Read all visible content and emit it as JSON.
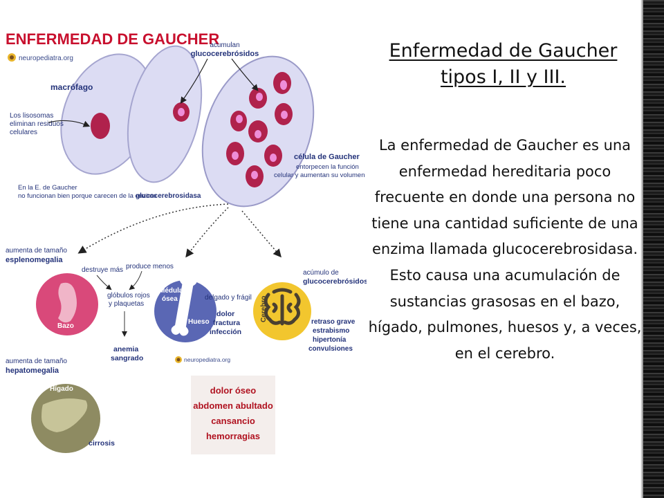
{
  "infographic": {
    "title": "ENFERMEDAD DE GAUCHER",
    "site": "neuropediatra.org",
    "cells": {
      "accumulate_top": "acumulan",
      "accumulate_bottom": "glucocerebrósidos",
      "macrophage": "macrófago",
      "lysosomes_1": "Los lisosomas",
      "lysosomes_2": "eliminan residuos",
      "lysosomes_3": "celulares",
      "gaucher_cell": "célula de Gaucher",
      "gaucher_cell_desc_1": "entorpecen la función",
      "gaucher_cell_desc_2": "celular y aumentan su volumen",
      "enzyme_note_1": "En la E. de Gaucher",
      "enzyme_note_2": "no funcionan bien porque carecen de la enzima",
      "enzyme_note_3": "glucocerebrosidasa"
    },
    "spleen": {
      "grow": "aumenta de tamaño",
      "name": "esplenomegalia",
      "organ": "Bazo",
      "destroys": "destruye más",
      "produces_less": "produce menos",
      "cells_1": "glóbulos rojos",
      "cells_2": "y plaquetas",
      "result_1": "anemia",
      "result_2": "sangrado"
    },
    "bone": {
      "marrow_1": "Médula",
      "marrow_2": "ósea",
      "organ": "Hueso",
      "thin": "delgado y frágil",
      "pain": "dolor",
      "fracture": "fractura",
      "infection": "infección"
    },
    "brain": {
      "organ": "Cerebro",
      "acc_1": "acúmulo de",
      "acc_2": "glucocerebrósidos",
      "s1": "retraso grave",
      "s2": "estrabismo",
      "s3": "hipertonía",
      "s4": "convulsiones"
    },
    "liver": {
      "grow": "aumenta de tamaño",
      "name": "hepatomegalia",
      "organ": "Hígado",
      "result": "cirrosis"
    },
    "symptoms_box": [
      "dolor óseo",
      "abdomen abultado",
      "cansancio",
      "hemorragias"
    ],
    "colors": {
      "title_red": "#c8102e",
      "cell_fill": "#dcdcf3",
      "cell_stroke": "#9a9ac8",
      "vacuole": "#b0224c",
      "vacuole_core": "#ee8ed8",
      "spleen": "#d9497a",
      "bone": "#5a67b4",
      "brain": "#f2c62e",
      "liver": "#8e8b62",
      "text_blue": "#24337a",
      "box_red": "#b01220",
      "box_bg": "#f4eeec"
    }
  },
  "slide": {
    "title_line1": "Enfermedad de Gaucher",
    "title_line2": "tipos I, II y III.",
    "body": "La enfermedad de Gaucher es una enfermedad hereditaria poco frecuente en donde una persona no tiene una cantidad suficiente de una enzima llamada glucocerebrosidasa. Esto causa una acumulación de sustancias grasosas en el bazo, hígado, pulmones, huesos y, a veces, en el cerebro."
  }
}
